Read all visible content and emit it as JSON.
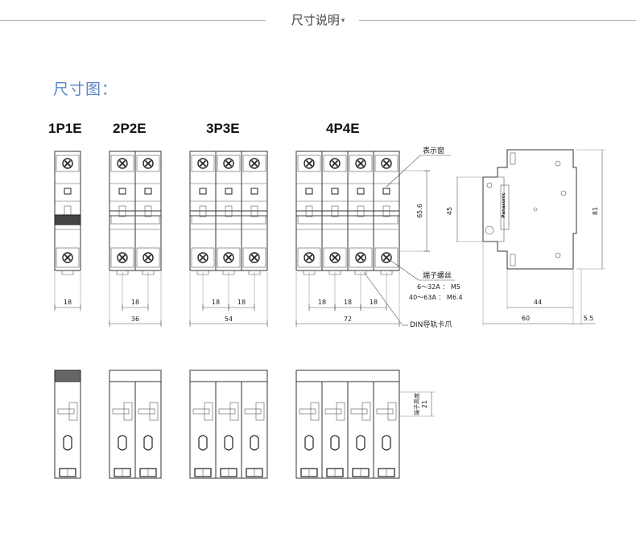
{
  "header": {
    "title": "尺寸说明"
  },
  "section_title": "尺寸图：",
  "models": [
    "1P1E",
    "2P2E",
    "3P3E",
    "4P4E"
  ],
  "front_dims": {
    "pitch": "18",
    "total_2p": "36",
    "total_3p": "54",
    "total_4p": "72"
  },
  "annotations": {
    "indicator_window": "表示窗",
    "terminal_screw": "端子螺丝",
    "screw_spec_1": "6～32A ： M5",
    "screw_spec_2": "40～63A ： M6.4",
    "din_clip": "DIN导轨卡爪",
    "height_656": "65.6",
    "terminal_height_label": "端子高度",
    "terminal_height_value": "21"
  },
  "side_dims": {
    "h45": "45",
    "h81": "81",
    "d44": "44",
    "d60": "60",
    "d55": "5.5"
  },
  "brand_text": "Panasonic"
}
